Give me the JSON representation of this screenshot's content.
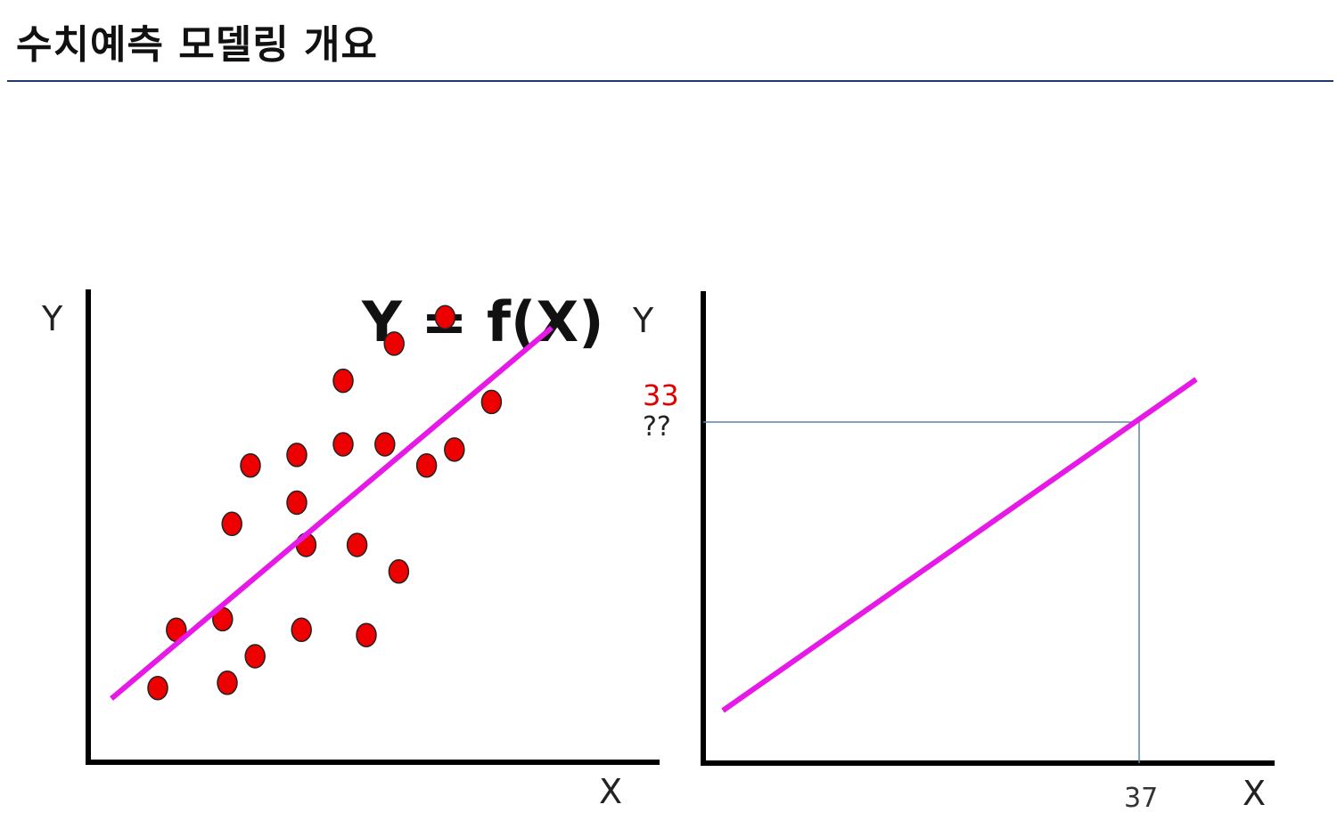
{
  "slide": {
    "title": "수치예측 모델링 개요"
  },
  "colors": {
    "title_rule": "#1f3a6e",
    "regression_line": "#e619e6",
    "points": "#ee0000",
    "guide_lines": "#5b84a8",
    "highlight_value": "#e00000"
  },
  "left_panel": {
    "formula": "Y = f(X)",
    "x_label": "X",
    "y_label": "Y"
  },
  "right_panel": {
    "x_label": "X",
    "y_label": "Y",
    "predicted_value": "33",
    "unknown_marker": "??",
    "input_value": "37"
  },
  "chart_data": {
    "type": "scatter",
    "description_points": [
      [
        1.5,
        1.4
      ],
      [
        3.0,
        1.5
      ],
      [
        3.6,
        2.0
      ],
      [
        4.6,
        2.5
      ],
      [
        6.0,
        2.4
      ],
      [
        1.9,
        2.5
      ],
      [
        2.9,
        2.7
      ],
      [
        4.7,
        4.1
      ],
      [
        6.7,
        3.6
      ],
      [
        5.8,
        4.1
      ],
      [
        3.1,
        4.5
      ],
      [
        4.5,
        4.9
      ],
      [
        3.5,
        5.6
      ],
      [
        4.5,
        5.8
      ],
      [
        5.5,
        6.0
      ],
      [
        6.4,
        6.0
      ],
      [
        7.3,
        5.6
      ],
      [
        7.9,
        5.9
      ],
      [
        8.7,
        6.8
      ],
      [
        5.5,
        7.2
      ],
      [
        6.6,
        7.9
      ],
      [
        7.7,
        8.4
      ]
    ],
    "fit_line": {
      "x": [
        0.5,
        10.0
      ],
      "y": [
        1.2,
        8.2
      ]
    },
    "prediction": {
      "x": 37,
      "y": 33
    }
  }
}
